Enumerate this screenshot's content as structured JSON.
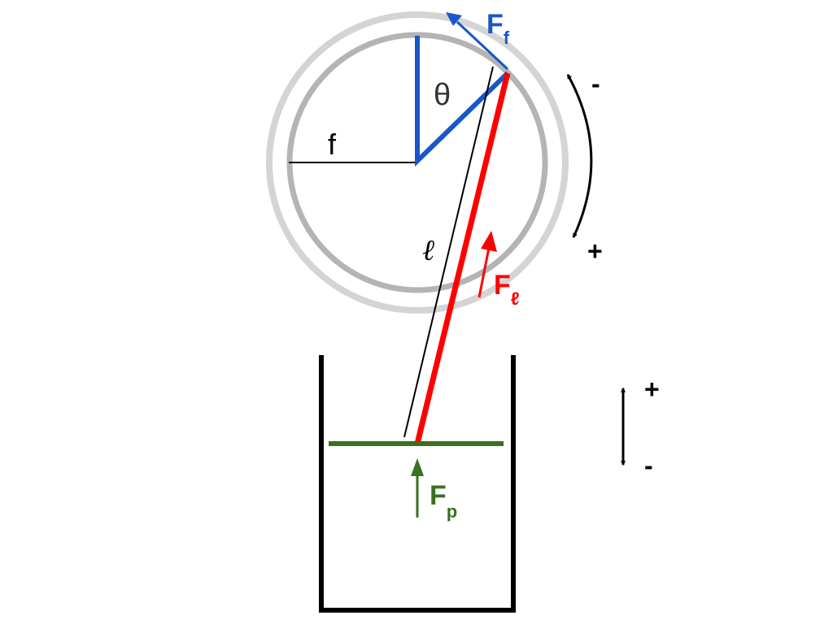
{
  "labels": {
    "theta": "θ",
    "radius": "f",
    "length": "ℓ",
    "force_crank_main": "F",
    "force_crank_sub": "f",
    "force_rod_main": "F",
    "force_rod_sub": "ℓ",
    "force_piston_main": "F",
    "force_piston_sub": "p",
    "rotation_minus": "-",
    "rotation_plus": "+",
    "linear_plus": "+",
    "linear_minus": "-"
  },
  "colors": {
    "crank": "#1a56c8",
    "rod": "#ff0000",
    "piston": "#3a7020",
    "outer_ring": "#d4d4d4",
    "inner_ring": "#b4b4b4",
    "ink": "#000000"
  }
}
